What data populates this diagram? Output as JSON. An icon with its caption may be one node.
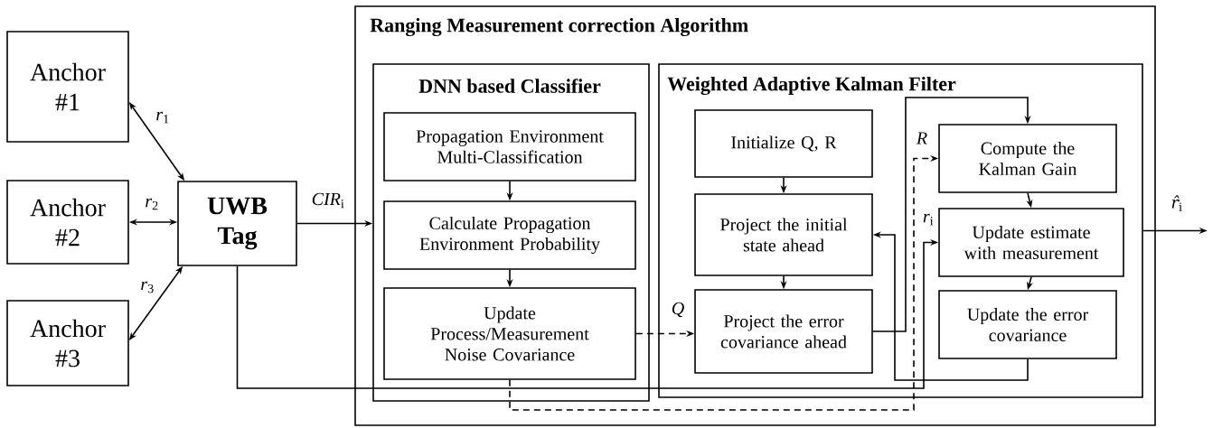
{
  "diagram": {
    "nodes": [
      {
        "text": [
          "Anchor #1"
        ]
      },
      {
        "text": [
          "Anchor #2"
        ]
      },
      {
        "text": [
          "Anchor #3"
        ]
      },
      {
        "text": [
          "UWB Tag"
        ]
      },
      {
        "text": [
          "Ranging Measurement correction Algorithm"
        ]
      },
      {
        "text": [
          "DNN based Classifier"
        ],
        "in": 4
      },
      {
        "text": [
          "Propagation Environment Multi-Classification"
        ],
        "in": 5
      },
      {
        "text": [
          "Calculate Propagation Environment Probability"
        ],
        "in": 5
      },
      {
        "text": [
          "Update Process/Measurement Noise Covariance"
        ],
        "in": 5
      },
      {
        "text": [
          "Weighted Adaptive Kalman Filter"
        ],
        "in": 4
      },
      {
        "text": [
          "Initialize Q, R"
        ],
        "in": 9
      },
      {
        "text": [
          "Project the initial state ahead"
        ],
        "in": 9
      },
      {
        "text": [
          "Project the error covariance ahead"
        ],
        "in": 9
      },
      {
        "text": [
          "Compute the Kalman Gain"
        ],
        "in": 9
      },
      {
        "text": [
          "Update estimate with measurement"
        ],
        "in": 9
      },
      {
        "text": [
          "Update the error covariance"
        ],
        "in": 9
      }
    ],
    "edges": [
      {
        "from": 0,
        "to": 3,
        "arrow": "both",
        "label": "*r*$_{1}$"
      },
      {
        "from": 1,
        "to": 3,
        "arrow": "both",
        "label": "*r*$_{2}$"
      },
      {
        "from": 2,
        "to": 3,
        "arrow": "both",
        "label": "*r*$_{3}$"
      },
      {
        "from": 3,
        "to": 5,
        "arrow": "to",
        "label": "*CIR*$_{i}$"
      },
      {
        "from": 6,
        "to": 7,
        "arrow": "to"
      },
      {
        "from": 7,
        "to": 8,
        "arrow": "to"
      },
      {
        "from": 8,
        "to": 12,
        "arrow": "to",
        "style": "dashed",
        "label": "Q"
      },
      {
        "from": 8,
        "to": 13,
        "arrow": "to",
        "style": "dashed",
        "label": "R"
      },
      {
        "from": 3,
        "to": 14,
        "arrow": "to",
        "label": "*r*$_{i}$"
      },
      {
        "from": 10,
        "to": 11,
        "arrow": "to"
      },
      {
        "from": 11,
        "to": 12,
        "arrow": "to"
      },
      {
        "from": 12,
        "to": 13,
        "arrow": "to"
      },
      {
        "from": 15,
        "to": 11,
        "arrow": "to"
      },
      {
        "from": 13,
        "to": 14,
        "arrow": "to"
      },
      {
        "from": 14,
        "to": 15,
        "arrow": "to"
      },
      {
        "from": 9,
        "to": null,
        "arrow": "to",
        "label": "*r̂*$_{i}$"
      }
    ]
  }
}
